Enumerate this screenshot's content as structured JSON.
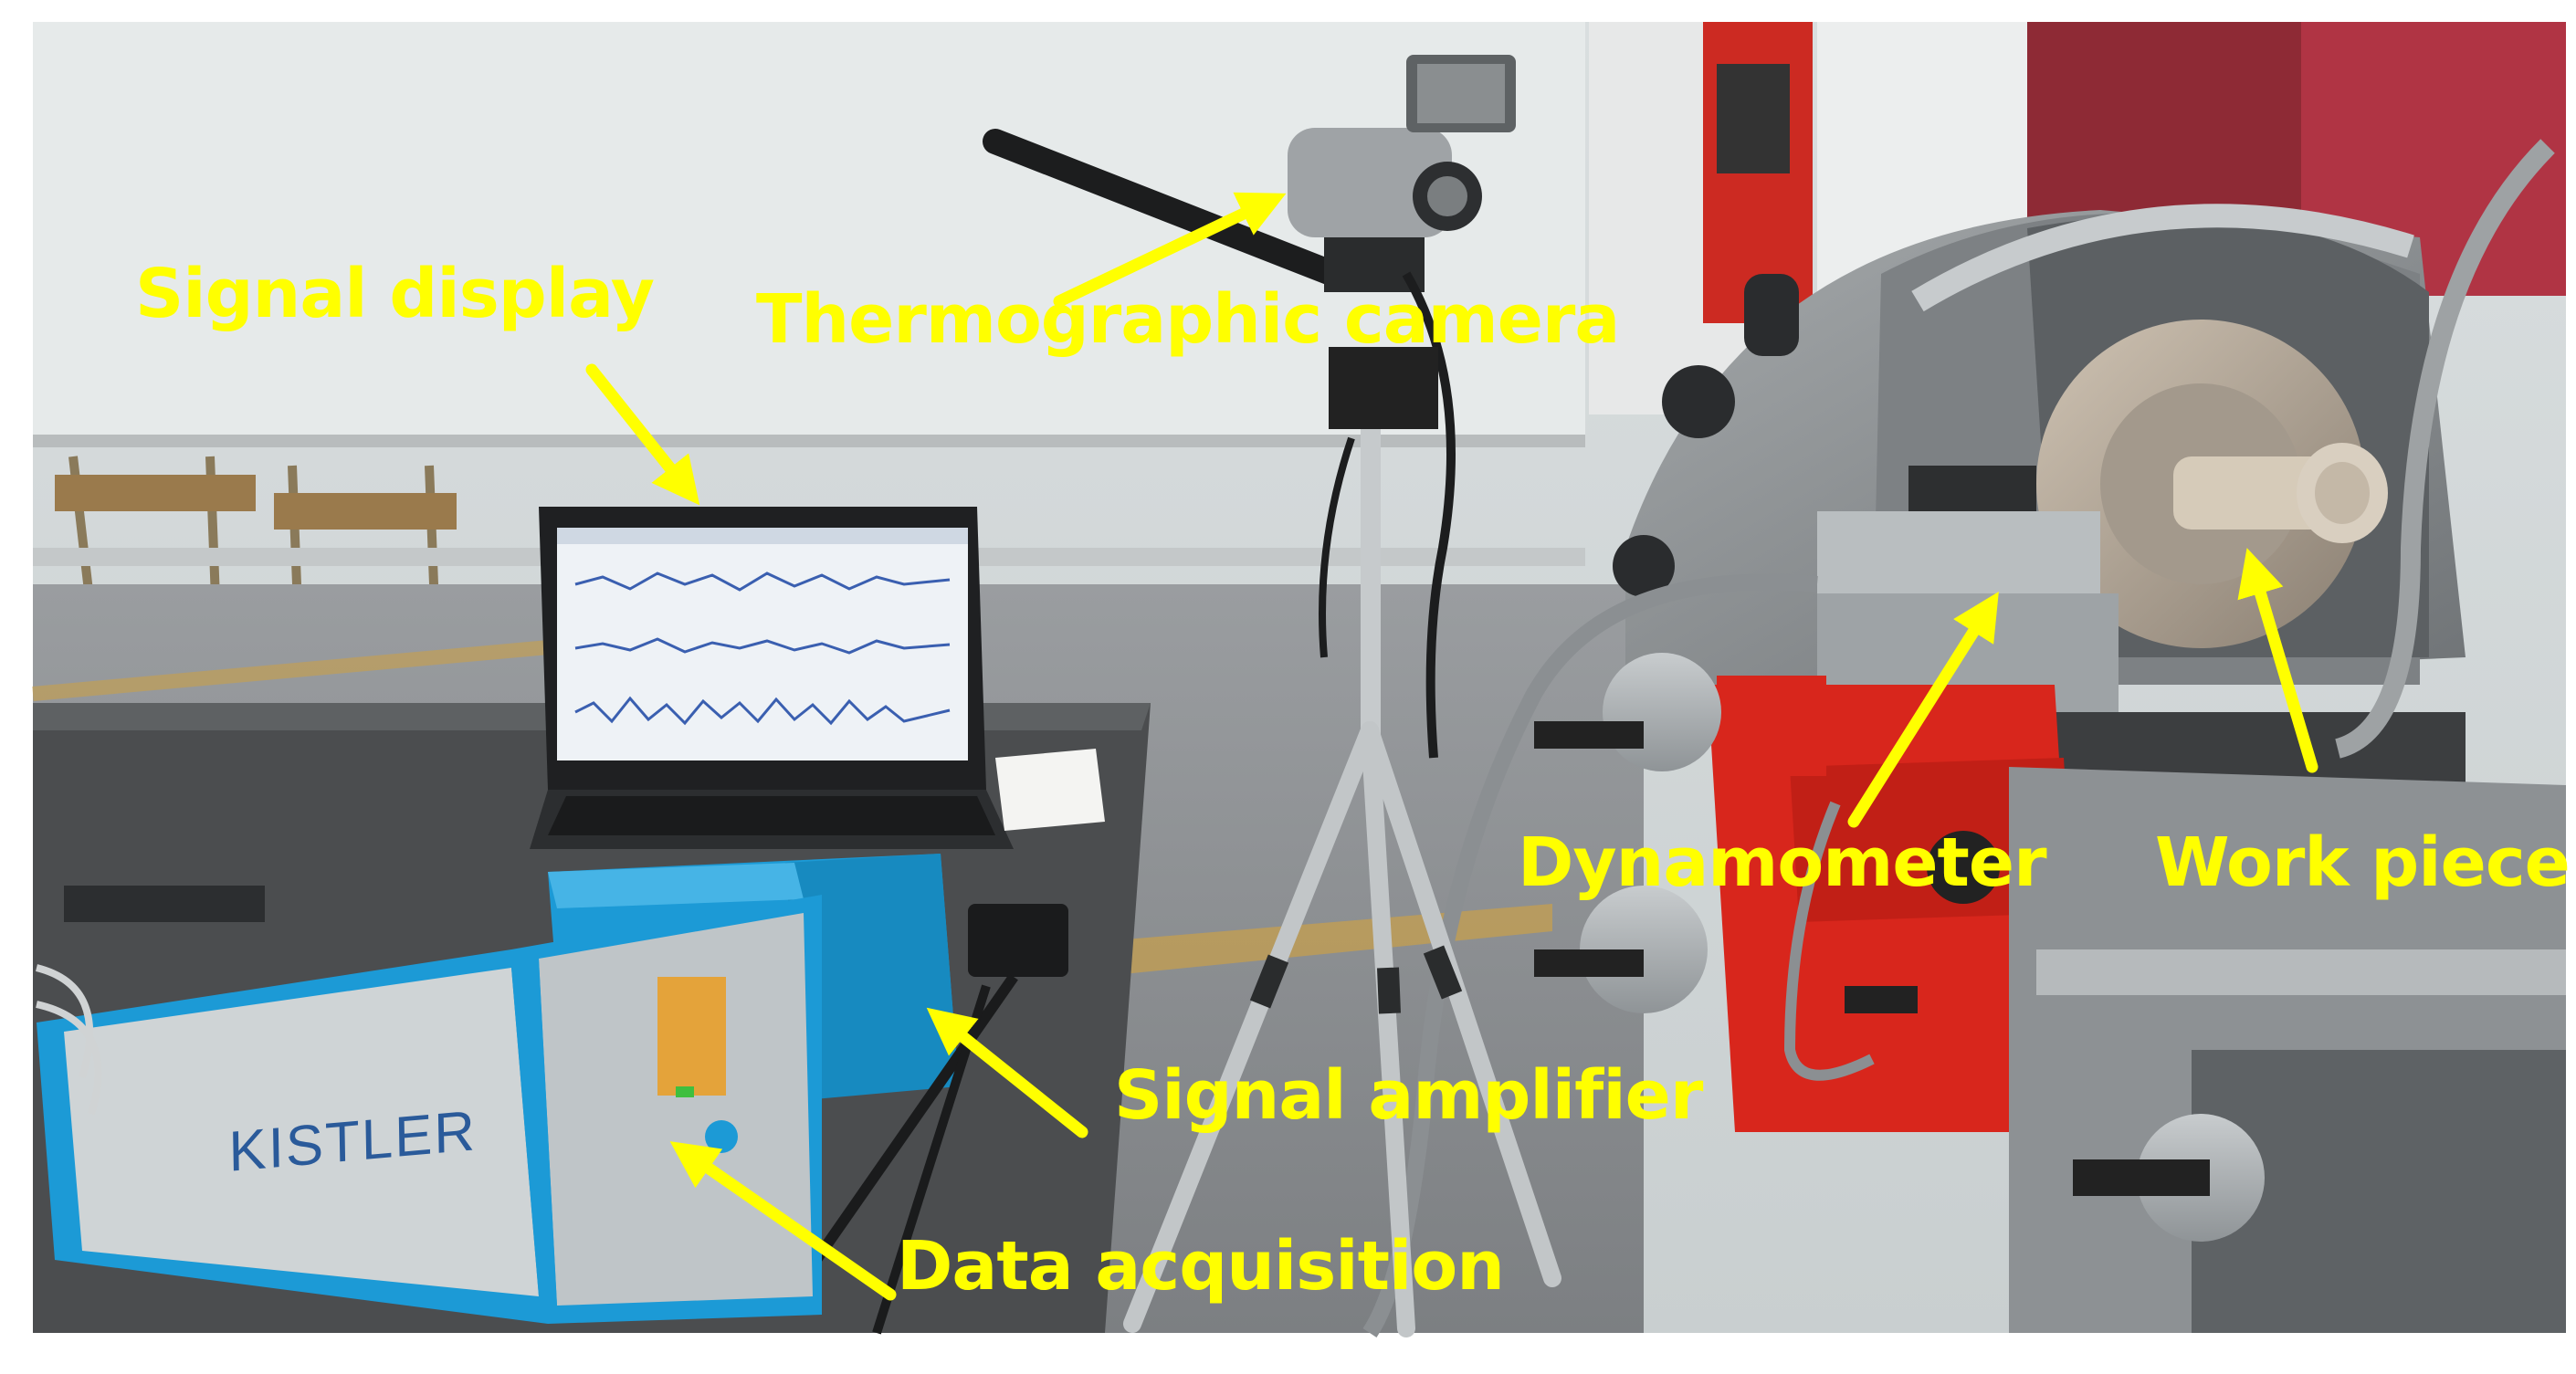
{
  "colors": {
    "annotation": "#ffff00",
    "kistler_blue": "#1c9ad6",
    "lathe_red": "#d8261c",
    "lathe_grey": "#8e9295",
    "floor_grey": "#8c8f92"
  },
  "labels": {
    "signal_display": "Signal display",
    "thermographic_camera": "Thermographic camera",
    "dynamometer": "Dynamometer",
    "work_piece": "Work piece",
    "signal_amplifier": "Signal amplifier",
    "data_acquisition": "Data acquisition"
  },
  "device_brand": "KISTLER"
}
